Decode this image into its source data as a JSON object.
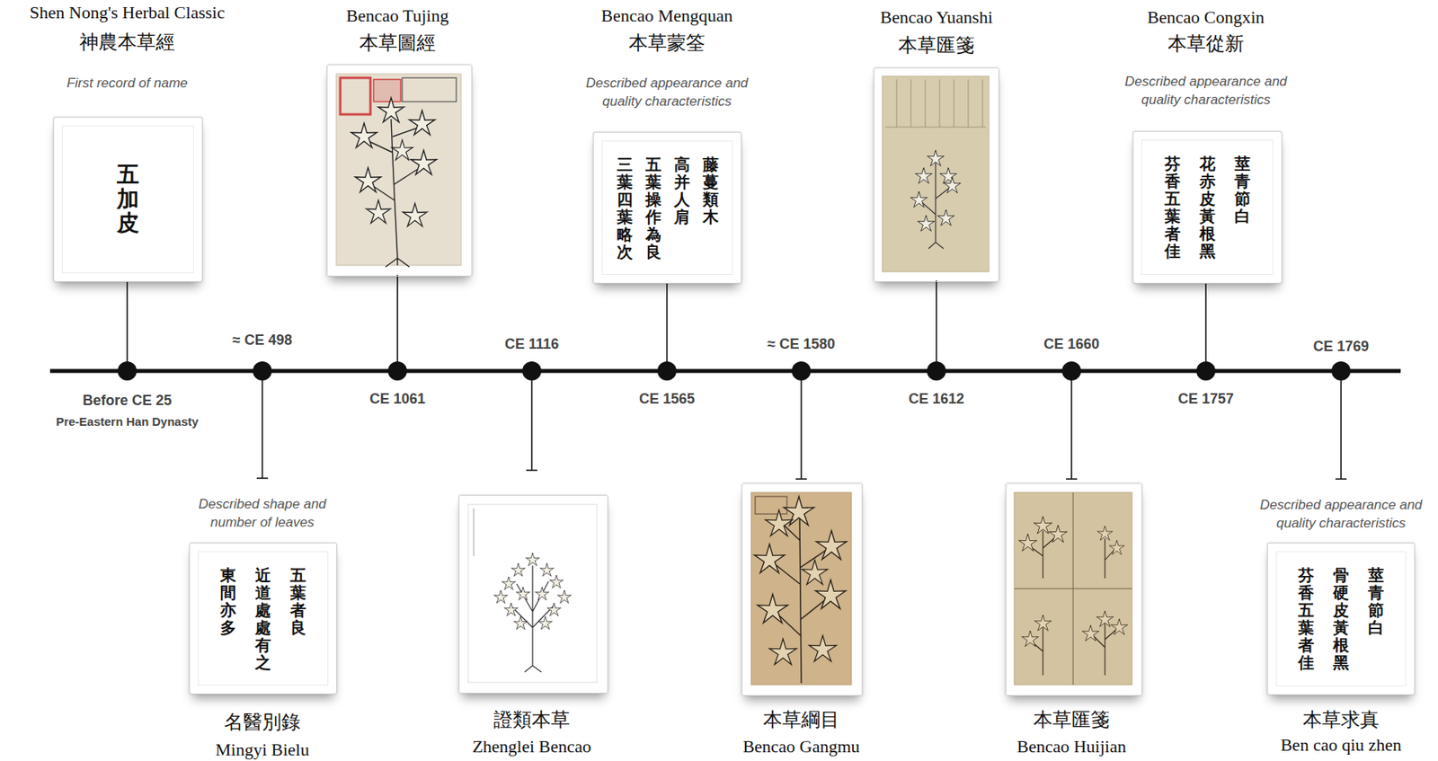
{
  "diagram": {
    "nodes": [
      {
        "text": [
          "Shen Nong's Herbal Classic",
          "神農本草經",
          "First record of name",
          "五加皮"
        ]
      },
      {
        "text": [
          "Described shape and number of leaves",
          "五葉者良",
          "近道處處有之",
          "東間亦多",
          "名醫別錄",
          "Mingyi Bielu"
        ]
      },
      {
        "text": [
          "Bencao Tujing",
          "本草圖經"
        ]
      },
      {
        "text": [
          "證類本草",
          "Zhenglei Bencao"
        ]
      },
      {
        "text": [
          "Bencao Mengquan",
          "本草蒙筌",
          "Described appearance and quality characteristics",
          "藤蔓類木",
          "高并人肩",
          "五葉操作為良",
          "三葉四葉略次"
        ]
      },
      {
        "text": [
          "本草綱目",
          "Bencao Gangmu"
        ]
      },
      {
        "text": [
          "Bencao Yuanshi",
          "本草匯箋"
        ]
      },
      {
        "text": [
          "本草匯箋",
          "Bencao Huijian"
        ]
      },
      {
        "text": [
          "Bencao Congxin",
          "本草從新",
          "Described appearance and quality characteristics",
          "莖青節白",
          "花赤皮黃根黑",
          "芬香五葉者佳"
        ]
      },
      {
        "text": [
          "Described appearance and quality characteristics",
          "莖青節白",
          "骨硬皮黃根黑",
          "芬香五葉者佳",
          "本草求真",
          "Ben cao qiu zhen"
        ]
      }
    ],
    "labels": [
      "Before CE 25",
      "Pre-Eastern Han Dynasty",
      "≈ CE 498",
      "CE 1061",
      "CE 1116",
      "CE 1565",
      "≈ CE 1580",
      "CE 1612",
      "CE 1660",
      "CE 1757",
      "CE 1769"
    ]
  }
}
